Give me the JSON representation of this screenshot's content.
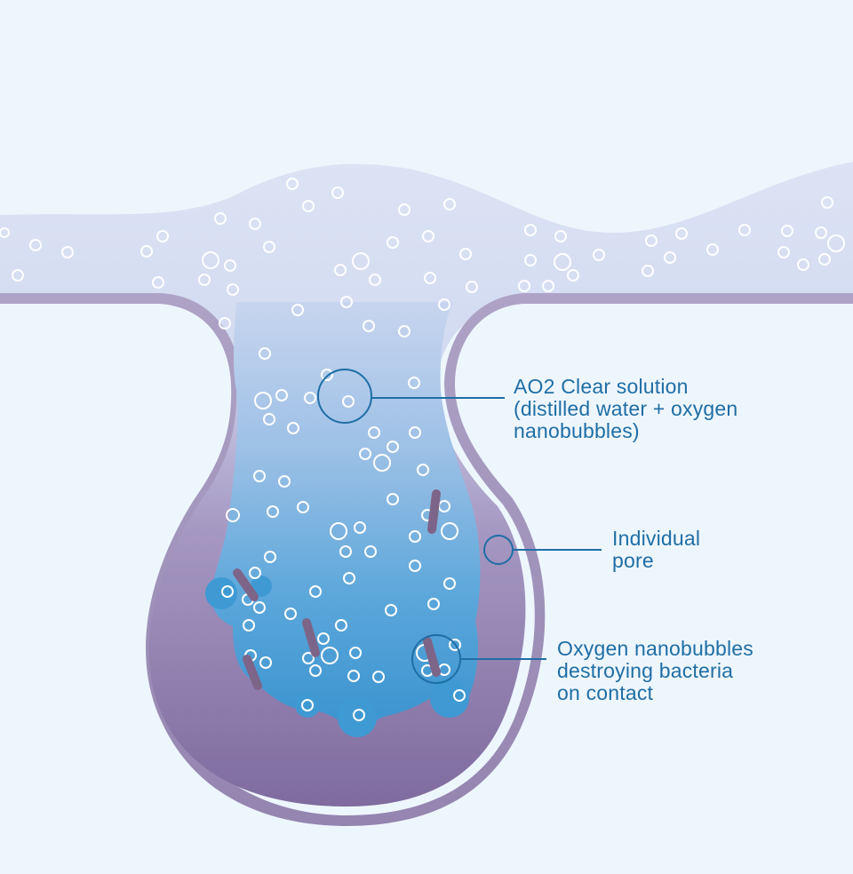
{
  "labels": {
    "solution": {
      "lines": [
        "AO2 Clear solution",
        "(distilled water + oxygen",
        "nanobubbles)"
      ],
      "icon": "magnifier-circle-icon"
    },
    "pore": {
      "lines": [
        "Individual",
        "pore"
      ],
      "icon": "magnifier-circle-icon"
    },
    "bacteria": {
      "lines": [
        "Oxygen nanobubbles",
        "destroying bacteria",
        "on contact"
      ],
      "icon": "magnifier-circle-icon"
    }
  },
  "colors": {
    "background": "#eef6fd",
    "skin_surface": "#cfd7ee",
    "pore_wall": "#a89bbf",
    "pore_interior": "#8a79a8",
    "solution_top": "#c2d2ee",
    "solution_bottom": "#3f9ad4",
    "bubble_outline": "#ffffff",
    "bacteria": "#7d6589",
    "callout_text": "#1f6ea6"
  }
}
